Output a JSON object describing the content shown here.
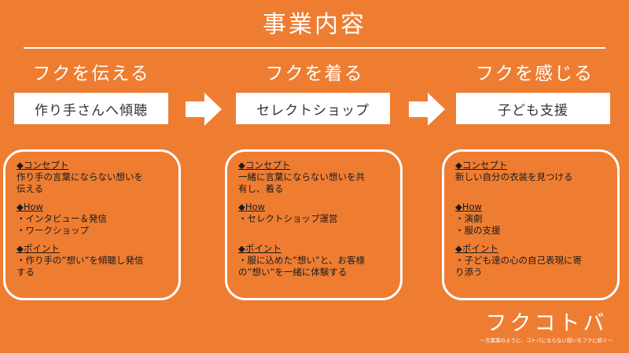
{
  "title": "事業内容",
  "columns": [
    {
      "heading": "フクを伝える",
      "action": "作り手さんへ傾聴",
      "sections": [
        {
          "head": "◆コンセプト",
          "lines": [
            "作り手の言葉にならない想いを",
            "伝える"
          ]
        },
        {
          "head": "◆How",
          "lines": [
            "・インタビュー＆発信",
            "・ワークショップ"
          ]
        },
        {
          "head": "◆ポイント",
          "lines": [
            "・作り手の”想い”を傾聴し発信",
            "する"
          ]
        }
      ]
    },
    {
      "heading": "フクを着る",
      "action": "セレクトショップ",
      "sections": [
        {
          "head": "◆コンセプト",
          "lines": [
            "一緒に言葉にならない想いを共",
            "有し、着る"
          ]
        },
        {
          "head": "◆How",
          "lines": [
            "・セレクトショップ運営"
          ]
        },
        {
          "head": "◆ポイント",
          "lines": [
            "・服に込めた”想い”と、お客様",
            "の”想い”を一緒に体験する"
          ]
        }
      ]
    },
    {
      "heading": "フクを感じる",
      "action": "子ども支援",
      "sections": [
        {
          "head": "◆コンセプト",
          "lines": [
            "新しい自分の衣装を見つける"
          ]
        },
        {
          "head": "◆How",
          "lines": [
            "・演劇",
            "・服の支援"
          ]
        },
        {
          "head": "◆ポイント",
          "lines": [
            "・子ども達の心の自己表現に寄",
            "り添う"
          ]
        }
      ]
    }
  ],
  "logo": {
    "main": "フクコトバ",
    "sub": "〜言葉葉のように、コトバにならない想いをフクに紡ぐ〜"
  },
  "colors": {
    "background": "#ee7d32",
    "foreground": "#ffffff",
    "text_dark": "#1a1a1a"
  },
  "icons": [
    "right-arrow-icon",
    "right-arrow-icon"
  ]
}
